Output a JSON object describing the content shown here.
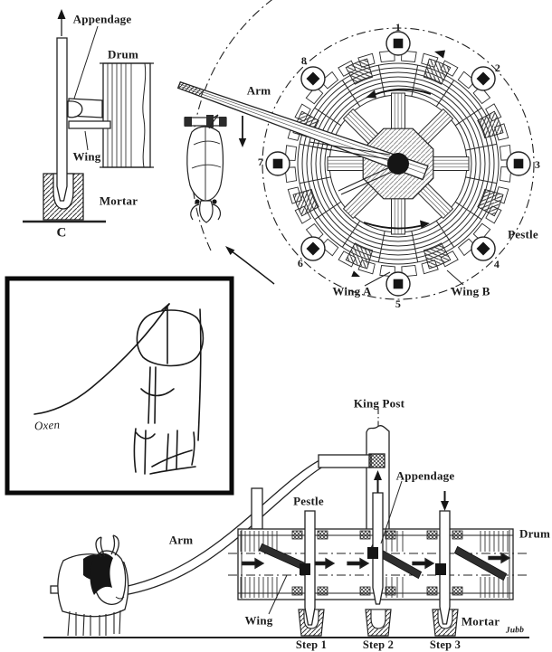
{
  "ink_color": "#1c1c1c",
  "detail_c": {
    "labels": {
      "appendage": "Appendage",
      "drum": "Drum",
      "wing": "Wing",
      "mortar": "Mortar"
    },
    "caption": "C"
  },
  "plan_view": {
    "labels": {
      "arm": "Arm",
      "pestle": "Pestle",
      "wing_a": "Wing A",
      "wing_b": "Wing B"
    },
    "positions": [
      "1",
      "2",
      "3",
      "4",
      "5",
      "6",
      "7",
      "8"
    ]
  },
  "sketch": {
    "signature": "Oxen"
  },
  "side_view": {
    "labels": {
      "arm": "Arm",
      "king_post": "King Post",
      "pestle": "Pestle",
      "appendage": "Appendage",
      "drum": "Drum",
      "wing": "Wing",
      "mortar": "Mortar"
    },
    "steps": [
      "Step 1",
      "Step 2",
      "Step 3"
    ],
    "signature": "Jubb"
  }
}
